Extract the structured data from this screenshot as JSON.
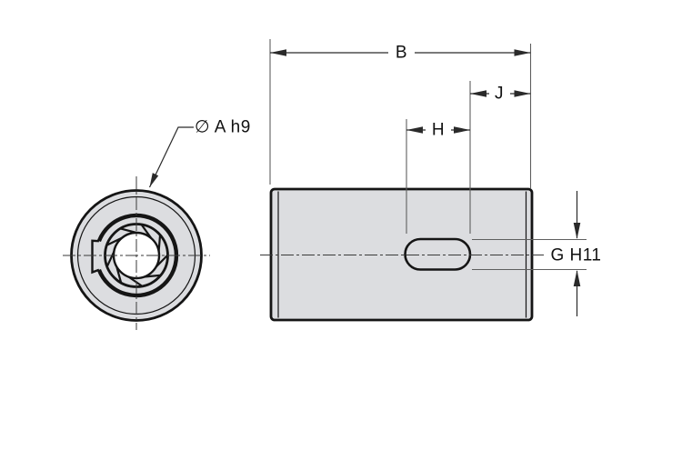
{
  "colors": {
    "background": "#ffffff",
    "part_fill": "#dcdde0",
    "outline": "#151515",
    "dim_line": "#2a2a2a",
    "ext_line": "#5f5f5f",
    "center_line": "#3a3a3a"
  },
  "labels": {
    "diameter_a": "∅ A h9",
    "dim_b": "B",
    "dim_j": "J",
    "dim_h": "H",
    "dim_g": "G H11"
  }
}
